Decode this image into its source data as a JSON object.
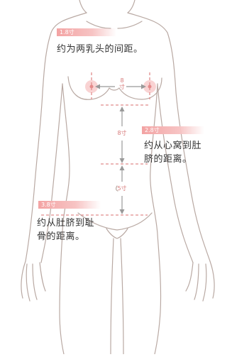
{
  "tags": {
    "top": "1.8寸",
    "right": "2.8寸",
    "bottom": "3.8寸"
  },
  "notes": {
    "nipples": "约为两乳头的间距。",
    "heart_navel": "约从心窝到肚\n脐的距离。",
    "navel_pubis": "约从肚脐到耻\n骨的距离。"
  },
  "measurements": {
    "chest": "8\n寸",
    "upper": "8寸",
    "lower": "5寸"
  },
  "colors": {
    "body_outline": "#b9a9a3",
    "guide": "#e08c8c",
    "arrow": "#999999",
    "accent": "#f3a3a3"
  }
}
